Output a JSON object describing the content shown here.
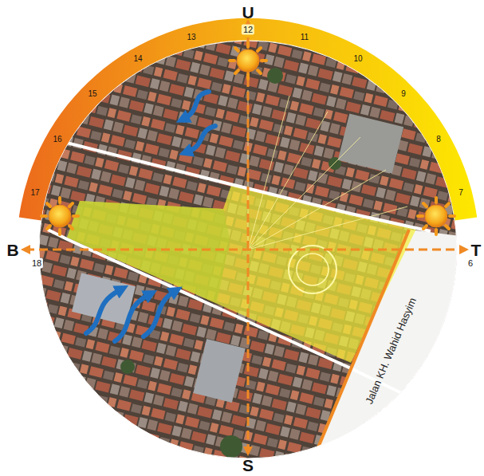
{
  "diagram": {
    "labels": [
      "U",
      "12",
      "13",
      "11",
      "14",
      "10",
      "15",
      "9",
      "16",
      "8",
      "17",
      "7",
      "B",
      "18",
      "T",
      "6",
      "Jalan KH. Wahid Hasyim",
      "S"
    ]
  }
}
